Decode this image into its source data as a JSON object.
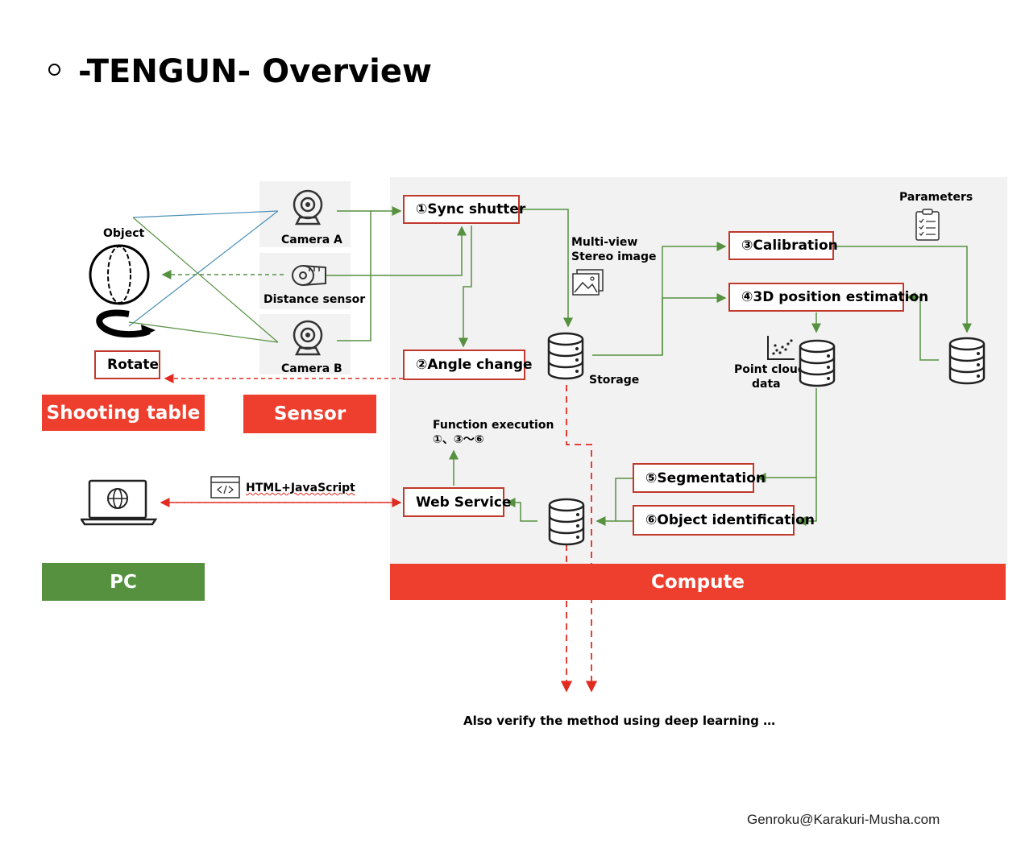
{
  "title": "-TENGUN- Overview",
  "labels": {
    "object": "Object",
    "camera_a": "Camera A",
    "distance_sensor": "Distance sensor",
    "camera_b": "Camera B",
    "rotate": "Rotate",
    "multiview": "Multi-view",
    "stereo_image": "Stereo image",
    "storage": "Storage",
    "parameters": "Parameters",
    "point_cloud_1": "Point cloud",
    "point_cloud_2": "data",
    "function_execution_1": "Function execution",
    "function_execution_2": "①、③～⑥",
    "html_js": "HTML+JavaScript",
    "deep_learning": "Also verify the method using deep learning …"
  },
  "steps": {
    "sync_shutter": "①Sync shutter",
    "angle_change": "②Angle change",
    "calibration": "③Calibration",
    "position_estimation": "④3D position estimation",
    "segmentation": "⑤Segmentation",
    "object_identification": "⑥Object identification",
    "web_service": "Web Service"
  },
  "banners": {
    "shooting_table": "Shooting table",
    "sensor": "Sensor",
    "pc": "PC",
    "compute": "Compute"
  },
  "footer": "Genroku@Karakuri-Musha.com",
  "colors": {
    "red_banner": "#ee3e2e",
    "green_banner": "#55913f",
    "box_border": "#c0392b",
    "flow_line": "#55913f",
    "dashed_red": "#e02b20",
    "blue_line": "#4a90b8"
  },
  "icons": [
    "webcam-icon",
    "measuring-tape-icon",
    "image-icon",
    "database-icon",
    "clipboard-icon",
    "scatter-plot-icon",
    "laptop-globe-icon",
    "code-window-icon",
    "rotate-arrow-icon",
    "sphere-icon"
  ]
}
